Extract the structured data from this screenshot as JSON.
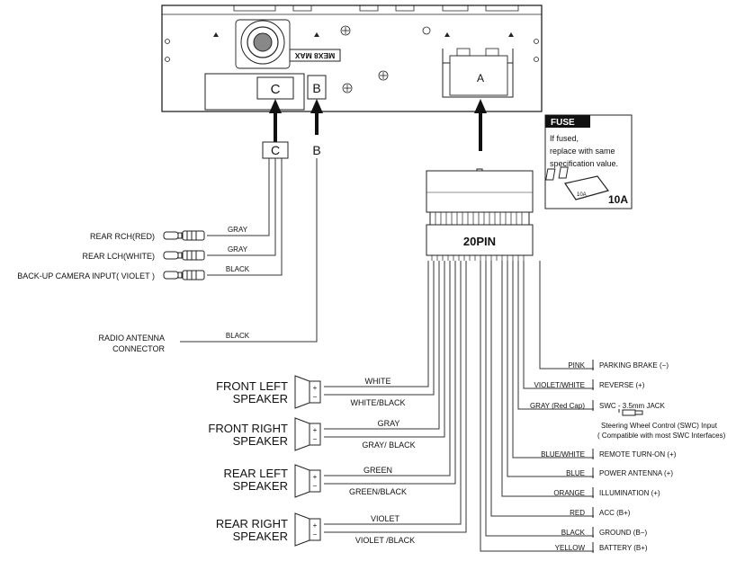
{
  "unit": {
    "model_label": "MEX8 MAX",
    "connectors": {
      "a": "A",
      "b": "B",
      "c": "C"
    }
  },
  "plug_labels": {
    "c": "C",
    "b": "B"
  },
  "harness": {
    "label": "20PIN"
  },
  "fuse": {
    "title": "FUSE",
    "line1": "If fused,",
    "line2": "replace with same",
    "line3": "specification value.",
    "small_rating": "10A",
    "rating": "10A"
  },
  "rca_inputs": [
    {
      "label": "REAR RCH(RED)",
      "wire": "GRAY"
    },
    {
      "label": "REAR LCH(WHITE)",
      "wire": "GRAY"
    },
    {
      "label": "BACK-UP CAMERA INPUT( VIOLET )",
      "wire": "BLACK"
    }
  ],
  "antenna": {
    "line1": "RADIO ANTENNA",
    "line2": "CONNECTOR",
    "wire": "BLACK"
  },
  "speakers": [
    {
      "line1": "FRONT LEFT",
      "line2": "SPEAKER",
      "pos_wire": "WHITE",
      "neg_wire": "WHITE/BLACK"
    },
    {
      "line1": "FRONT RIGHT",
      "line2": "SPEAKER",
      "pos_wire": "GRAY",
      "neg_wire": "GRAY/ BLACK"
    },
    {
      "line1": "REAR LEFT",
      "line2": "SPEAKER",
      "pos_wire": "GREEN",
      "neg_wire": "GREEN/BLACK"
    },
    {
      "line1": "REAR RIGHT",
      "line2": "SPEAKER",
      "pos_wire": "VIOLET",
      "neg_wire": "VIOLET /BLACK"
    }
  ],
  "polarity": {
    "plus": "+",
    "minus": "−"
  },
  "power_wires": [
    {
      "color": "PINK",
      "function": "PARKING BRAKE (−)"
    },
    {
      "color": "VIOLET/WHITE",
      "function": "REVERSE (+)"
    },
    {
      "color": "GRAY (Red Cap)",
      "function": "SWC - 3.5mm JACK"
    },
    {
      "color": "BLUE/WHITE",
      "function": "REMOTE TURN-ON (+)"
    },
    {
      "color": "BLUE",
      "function": "POWER ANTENNA (+)"
    },
    {
      "color": "ORANGE",
      "function": "ILLUMINATION (+)"
    },
    {
      "color": "RED",
      "function": "ACC (B+)"
    },
    {
      "color": "BLACK",
      "function": "GROUND (B−)"
    },
    {
      "color": "YELLOW",
      "function": "BATTERY (B+)"
    }
  ],
  "swc_note": {
    "line1": "Steering Wheel Control (SWC) Input",
    "line2": "( Compatible with most SWC Interfaces)"
  }
}
